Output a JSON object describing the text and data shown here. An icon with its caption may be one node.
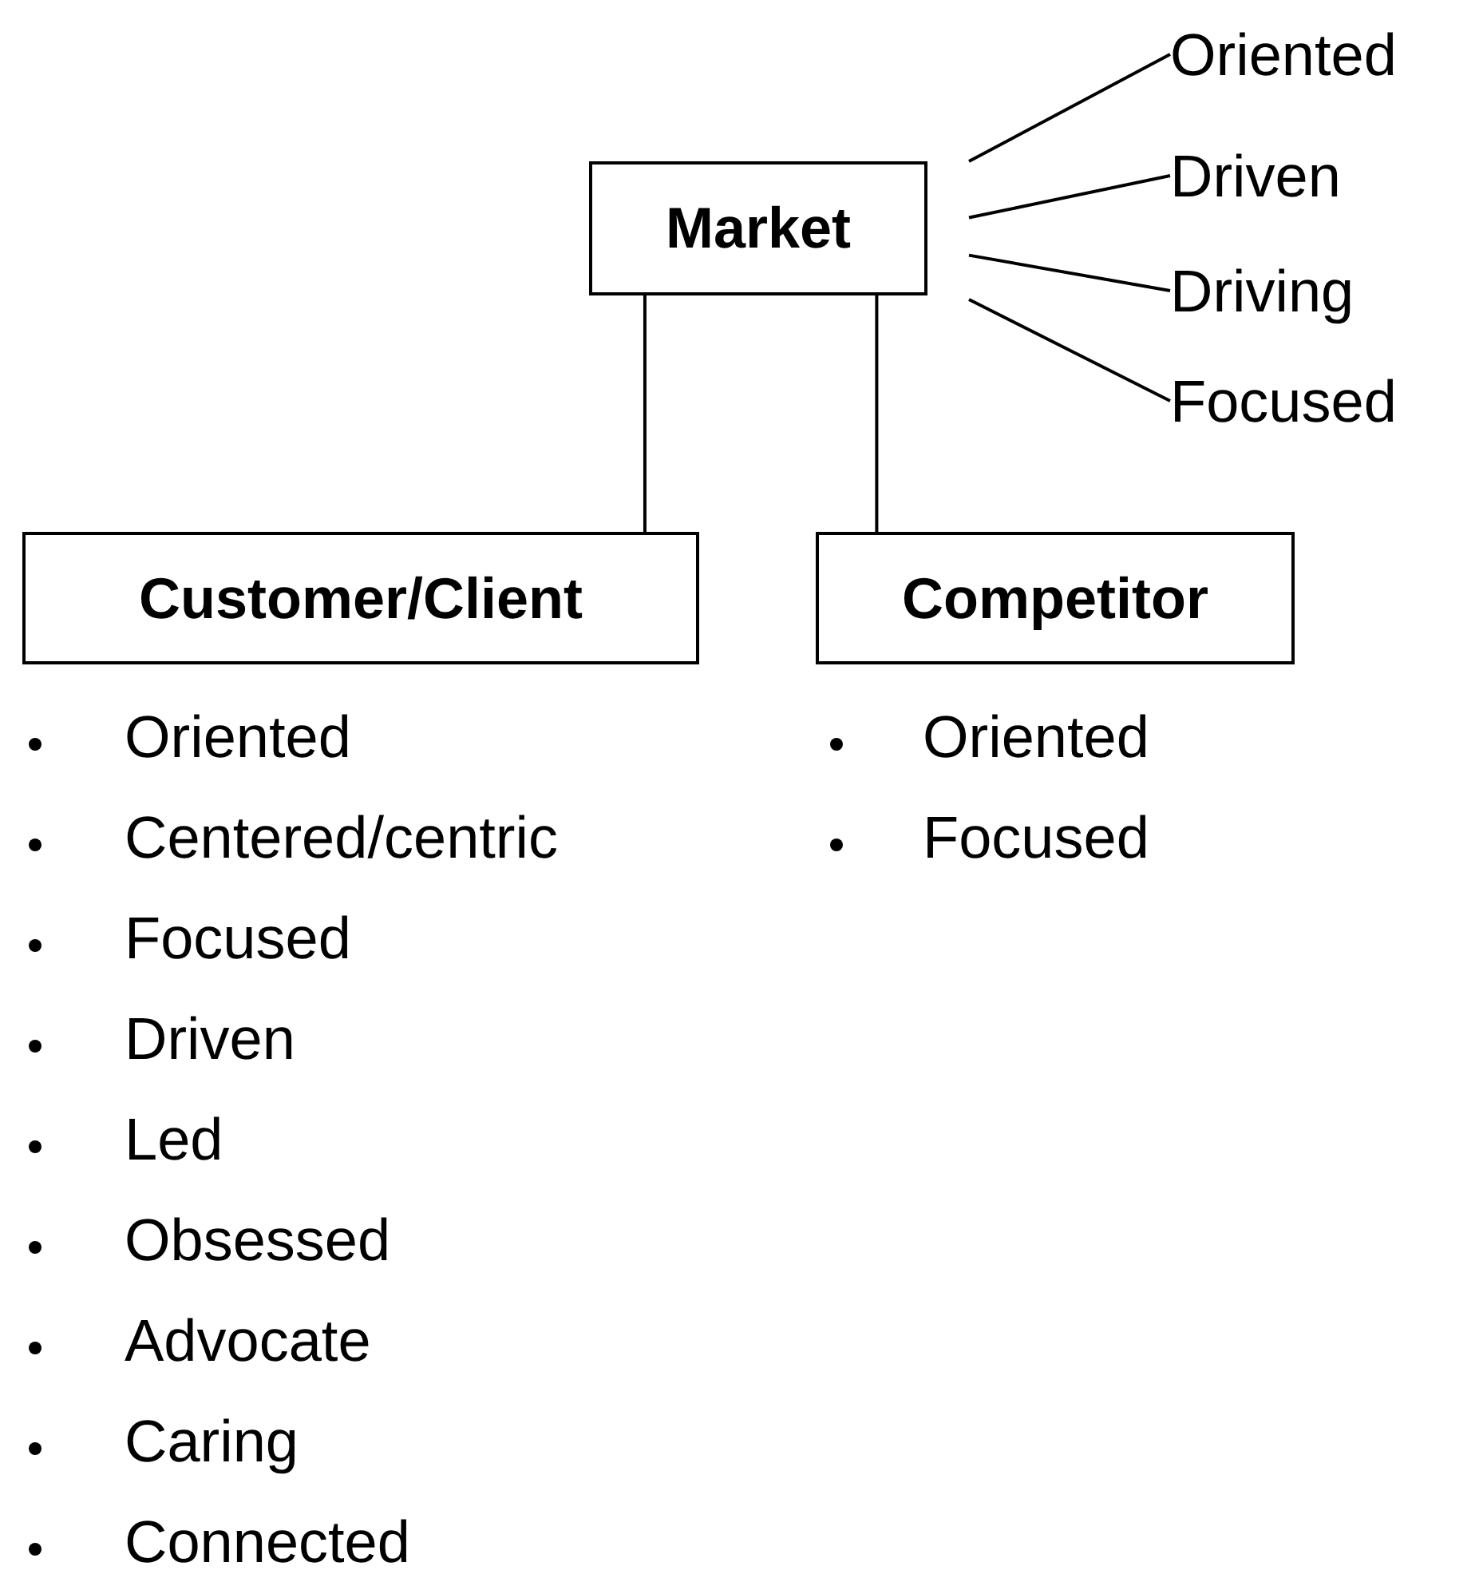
{
  "diagram": {
    "nodes": [
      {
        "text": [
          "Market"
        ]
      },
      {
        "text": [
          "Customer/Client"
        ],
        "beside": [
          "Oriented",
          "Centered/centric",
          "Focused",
          "Driven",
          "Led",
          "Obsessed",
          "Advocate",
          "Caring",
          "Connected"
        ]
      },
      {
        "text": [
          "Competitor"
        ],
        "beside": [
          "Oriented",
          "Focused"
        ]
      },
      {
        "text": [
          "Oriented"
        ]
      },
      {
        "text": [
          "Driven"
        ]
      },
      {
        "text": [
          "Driving"
        ]
      },
      {
        "text": [
          "Focused"
        ]
      }
    ],
    "edges": [
      {
        "from": 0,
        "to": 1,
        "arrow": "none"
      },
      {
        "from": 0,
        "to": 2,
        "arrow": "none"
      },
      {
        "from": 0,
        "to": 3,
        "arrow": "none"
      },
      {
        "from": 0,
        "to": 4,
        "arrow": "none"
      },
      {
        "from": 0,
        "to": 5,
        "arrow": "none"
      },
      {
        "from": 0,
        "to": 6,
        "arrow": "none"
      }
    ]
  }
}
